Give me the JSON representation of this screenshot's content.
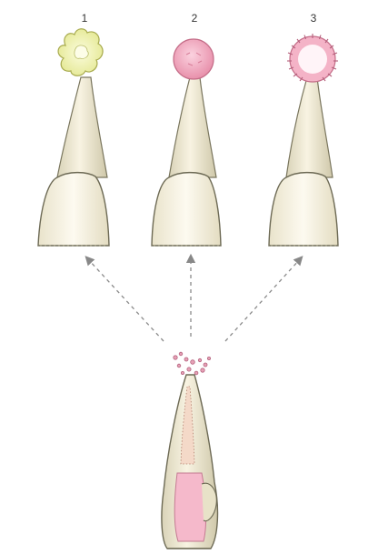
{
  "figure": {
    "labels": [
      "1",
      "2",
      "3"
    ],
    "colors": {
      "tooth_body": "#f6f0dc",
      "tooth_crown": "#fbf7ea",
      "tooth_outline": "#6d6a55",
      "lesion_yellow": "#eef0a6",
      "lesion_pink": "#f2a7be",
      "lesion_pink_light": "#fde3ec",
      "arrow": "#8a8a8a"
    }
  }
}
